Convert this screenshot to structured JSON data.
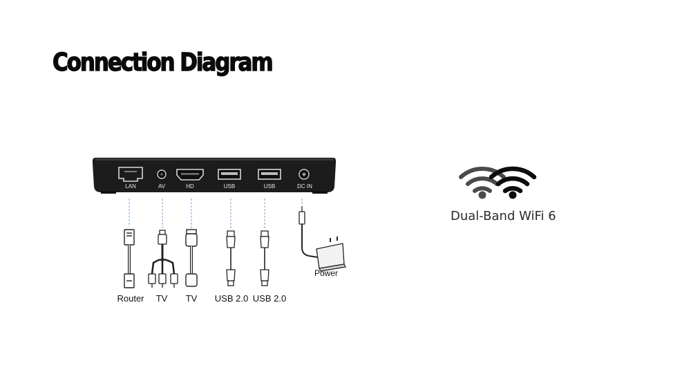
{
  "title": "Connection Diagram",
  "ports": {
    "lan": "LAN",
    "av": "AV",
    "hd": "HD",
    "usb1": "USB",
    "usb2": "USB",
    "dc": "DC IN"
  },
  "devices": {
    "router": "Router",
    "tv_av": "TV",
    "tv_hdmi": "TV",
    "usb1": "USB 2.0",
    "usb2": "USB 2.0",
    "power": "Power"
  },
  "wifi": {
    "label": "Dual-Band WiFi 6",
    "icon": "wifi-icon"
  },
  "colors": {
    "device_body": "#1c1c1c",
    "guide_line": "#8fb0d8",
    "text": "#111111"
  }
}
